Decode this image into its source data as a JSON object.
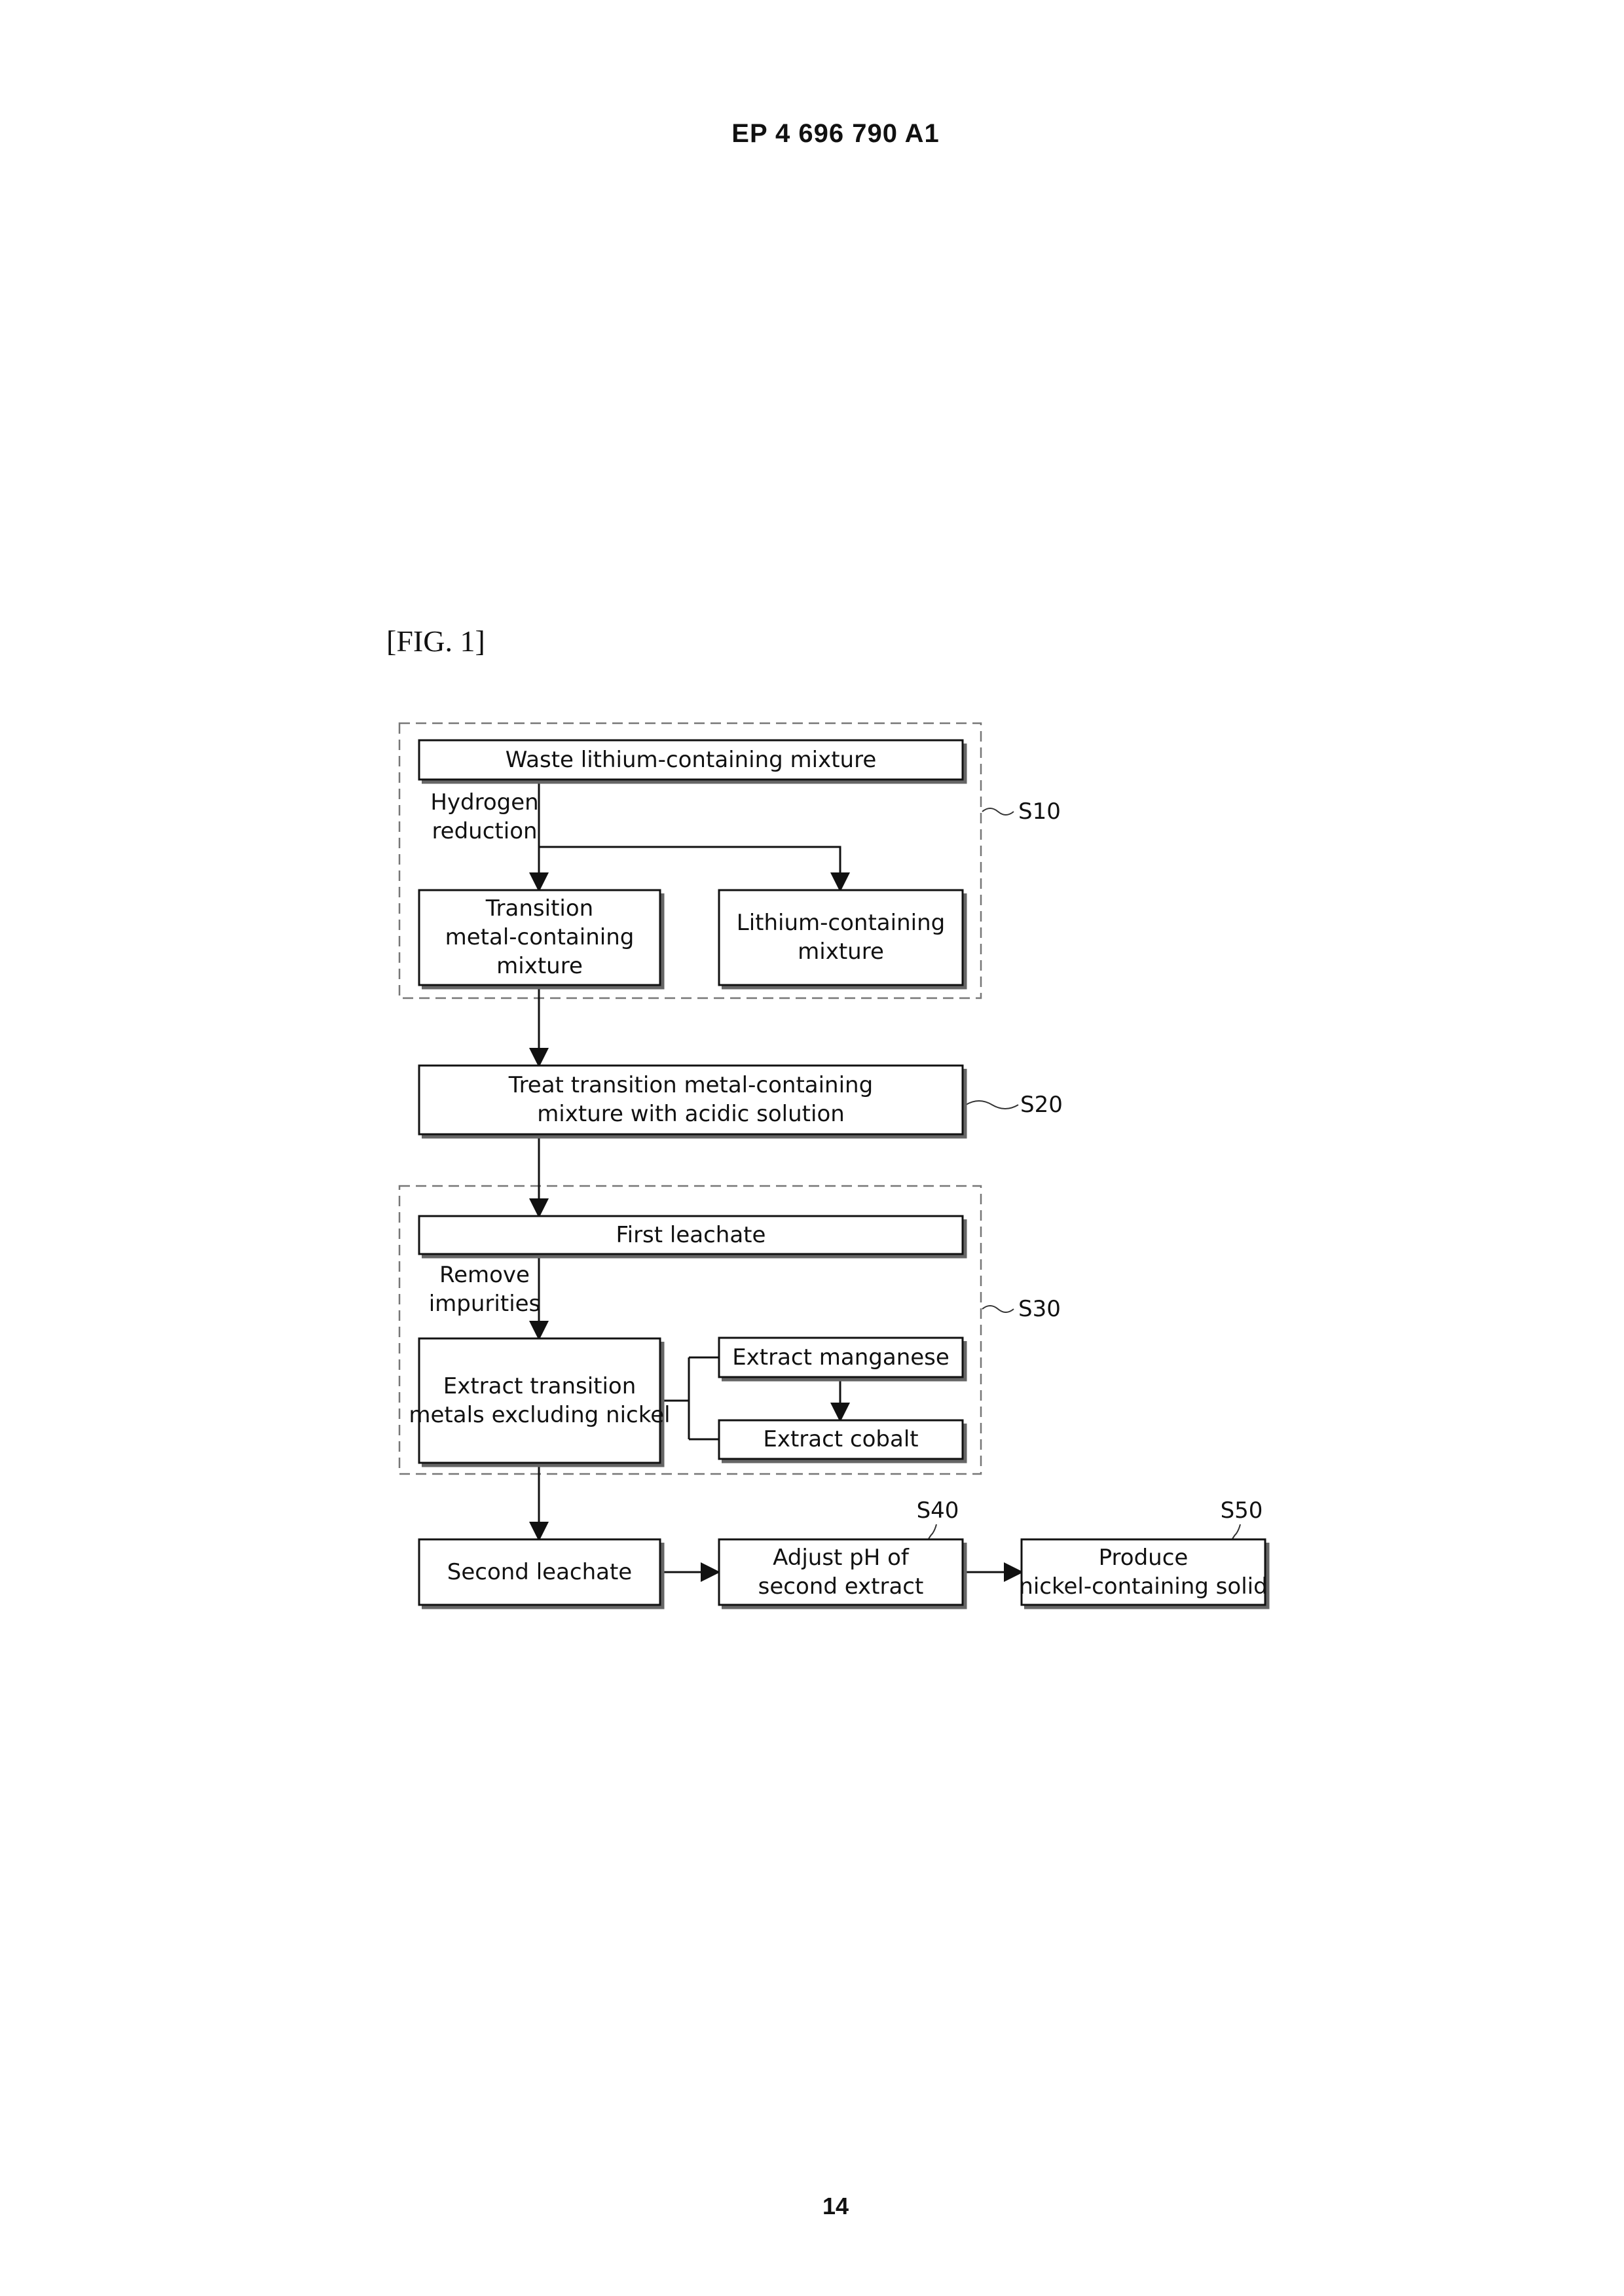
{
  "page": {
    "header": "EP 4 696 790 A1",
    "page_number": "14",
    "figure_label": "[FIG. 1]"
  },
  "flowchart": {
    "steps": {
      "s10": "S10",
      "s20": "S20",
      "s30": "S30",
      "s40": "S40",
      "s50": "S50"
    },
    "boxes": {
      "waste_mixture": [
        "Waste lithium-containing mixture"
      ],
      "transition_metal_mixture": [
        "Transition",
        "metal-containing",
        "mixture"
      ],
      "lithium_mixture": [
        "Lithium-containing",
        "mixture"
      ],
      "acid_treatment": [
        "Treat transition metal-containing",
        "mixture with acidic solution"
      ],
      "first_leachate": [
        "First leachate"
      ],
      "extract_transition_metals": [
        "Extract transition",
        "metals excluding nickel"
      ],
      "extract_manganese": [
        "Extract manganese"
      ],
      "extract_cobalt": [
        "Extract cobalt"
      ],
      "second_leachate": [
        "Second leachate"
      ],
      "adjust_ph": [
        "Adjust pH of",
        "second extract"
      ],
      "produce_nickel_solid": [
        "Produce",
        "nickel-containing solid"
      ]
    },
    "edge_labels": {
      "hydrogen_reduction": [
        "Hydrogen",
        "reduction"
      ],
      "remove_impurities": [
        "Remove",
        "impurities"
      ]
    }
  }
}
